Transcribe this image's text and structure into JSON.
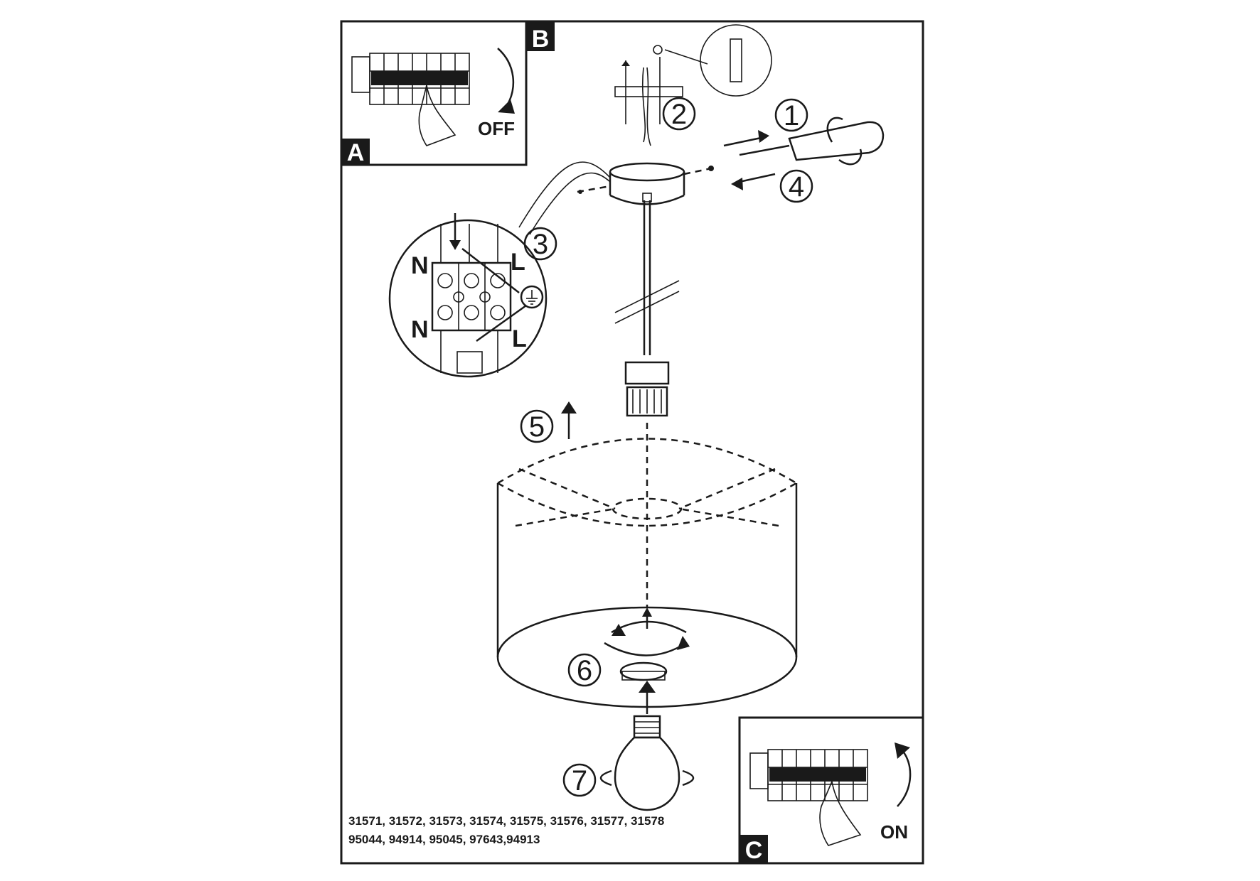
{
  "panels": {
    "A": "A",
    "B": "B",
    "C": "C"
  },
  "switch_off_label": "OFF",
  "switch_on_label": "ON",
  "steps": [
    "1",
    "2",
    "3",
    "4",
    "5",
    "6",
    "7"
  ],
  "terminal": {
    "neutral_top": "N",
    "neutral_bottom": "N",
    "live_top": "L",
    "live_bottom": "L"
  },
  "model_numbers": {
    "line1": "31571, 31572, 31573, 31574, 31575, 31576, 31577, 31578",
    "line2": "95044, 94914, 95045, 97643,94913"
  },
  "icons": [
    "ground-symbol-icon",
    "rotate-arrow-icon",
    "up-arrow-icon",
    "curved-arrow-down-icon",
    "curved-arrow-up-icon"
  ]
}
